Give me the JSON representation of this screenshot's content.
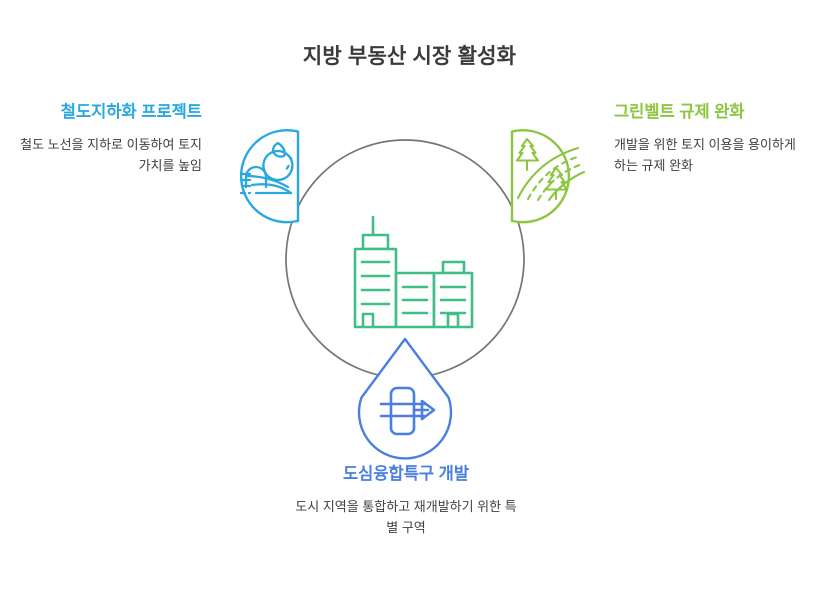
{
  "title": "지방 부동산 시장 활성화",
  "colors": {
    "rail_blue": "#29a8e0",
    "greenbelt_green": "#8cc63f",
    "urban_blue": "#4a7fe0",
    "center_green": "#3fbf85",
    "circle_gray": "#757575",
    "title_gray": "#3b3b3b",
    "body_gray": "#40403f"
  },
  "center": {
    "icon": "city-buildings-icon"
  },
  "nodes": [
    {
      "id": "rail",
      "heading": "철도지하화 프로젝트",
      "description": "철도 노선을 지하로 이동하여 토지 가치를 높임",
      "icon": "railway-tunnel-icon",
      "color": "#29a8e0",
      "position": "top-left"
    },
    {
      "id": "greenbelt",
      "heading": "그린벨트 규제 완화",
      "description": "개발을 위한 토지 이용을 용이하게 하는 규제 완화",
      "icon": "forest-trees-path-icon",
      "color": "#8cc63f",
      "position": "top-right"
    },
    {
      "id": "urban",
      "heading": "도심융합특구 개발",
      "description": "도시 지역을 통합하고 재개발하기 위한 특별 구역",
      "icon": "merge-arrow-icon",
      "color": "#4a7fe0",
      "position": "bottom"
    }
  ]
}
